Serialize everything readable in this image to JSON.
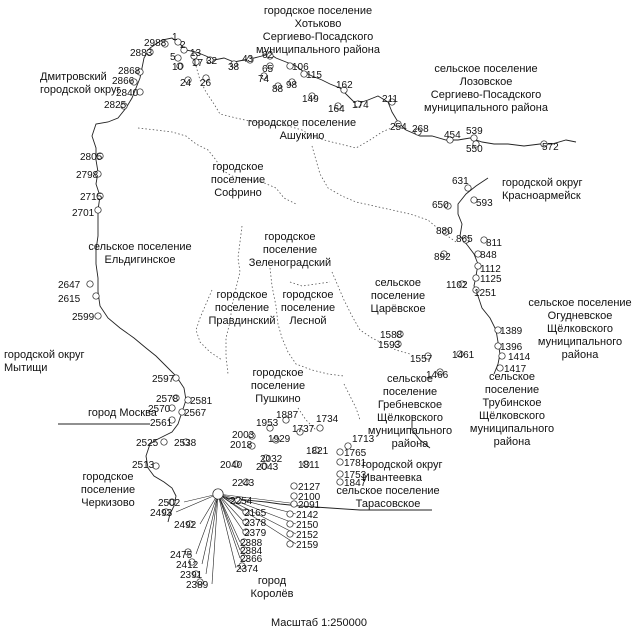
{
  "regions": [
    {
      "lines": [
        "городское поселение",
        "Хотьково",
        "Сергиево-Посадского",
        "муниципального района"
      ]
    },
    {
      "lines": [
        "Дмитровский",
        "городской округ"
      ]
    },
    {
      "lines": [
        "сельское поселение",
        "Лозовское",
        "Сергиево-Посадского",
        "муниципального района"
      ]
    },
    {
      "lines": [
        "городское поселение",
        "Ашукино"
      ]
    },
    {
      "lines": [
        "городское",
        "поселение",
        "Софрино"
      ]
    },
    {
      "lines": [
        "городской округ",
        "Красноармейск"
      ]
    },
    {
      "lines": [
        "городское",
        "поселение",
        "Зеленоградский"
      ]
    },
    {
      "lines": [
        "сельское поселение",
        "Ельдигинское"
      ]
    },
    {
      "lines": [
        "сельское",
        "поселение",
        "Царёвское"
      ]
    },
    {
      "lines": [
        "городское",
        "поселение",
        "Правдинский"
      ]
    },
    {
      "lines": [
        "городское",
        "поселение",
        "Лесной"
      ]
    },
    {
      "lines": [
        "сельское поселение",
        "Огудневское",
        "Щёлковского",
        "муниципального",
        "района"
      ]
    },
    {
      "lines": [
        "городской округ",
        "Мытищи"
      ]
    },
    {
      "lines": [
        "городское",
        "поселение",
        "Пушкино"
      ]
    },
    {
      "lines": [
        "сельское",
        "поселение",
        "Трубинское",
        "Щёлковского",
        "муниципального",
        "района"
      ]
    },
    {
      "lines": [
        "город Москва"
      ]
    },
    {
      "lines": [
        "сельское",
        "поселение",
        "Гребневское",
        "Щёлковского",
        "муниципального",
        "района"
      ]
    },
    {
      "lines": [
        "городской округ",
        "Ивантеевка"
      ]
    },
    {
      "lines": [
        "городское",
        "поселение",
        "Черкизово"
      ]
    },
    {
      "lines": [
        "сельское поселение",
        "Тарасовское"
      ]
    },
    {
      "lines": [
        "город",
        "Королёв"
      ]
    }
  ],
  "points": [
    "2988",
    "1",
    "2",
    "2883",
    "5",
    "13",
    "10",
    "17",
    "32",
    "24",
    "26",
    "38",
    "43",
    "62",
    "65",
    "106",
    "74",
    "88",
    "98",
    "115",
    "2868",
    "2866",
    "2840",
    "2825",
    "162",
    "149",
    "164",
    "174",
    "211",
    "254",
    "268",
    "454",
    "539",
    "550",
    "572",
    "2805",
    "2798",
    "2715",
    "2701",
    "631",
    "650",
    "593",
    "880",
    "865",
    "811",
    "848",
    "892",
    "1112",
    "1125",
    "1102",
    "1251",
    "2647",
    "2615",
    "2599",
    "1389",
    "1588",
    "1593",
    "1396",
    "1557",
    "1461",
    "1414",
    "1466",
    "1417",
    "2597",
    "2578",
    "2581",
    "2570",
    "2567",
    "2561",
    "1887",
    "1734",
    "1953",
    "1737",
    "2003",
    "2018",
    "1929",
    "1713",
    "2525",
    "2538",
    "1821",
    "1765",
    "2032",
    "1781",
    "2040",
    "2043",
    "1811",
    "1753",
    "2513",
    "1847",
    "2243",
    "2127",
    "2100",
    "2502",
    "2254",
    "2091",
    "2493",
    "2492",
    "2165",
    "2142",
    "2378",
    "2150",
    "2379",
    "2152",
    "2388",
    "2159",
    "2384",
    "2475",
    "2366",
    "2412",
    "2374",
    "2391",
    "2389"
  ],
  "scale": "Масштаб 1:250000"
}
